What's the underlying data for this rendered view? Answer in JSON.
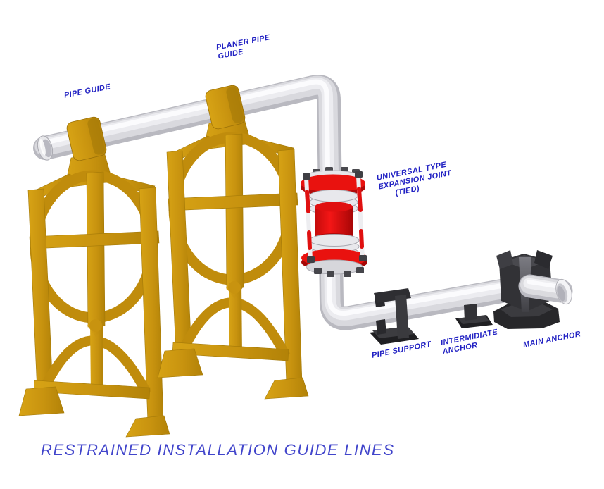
{
  "diagram": {
    "title": "RESTRAINED INSTALLATION GUIDE LINES",
    "labels": {
      "pipe_guide": "PIPE GUIDE",
      "planer_pipe_guide": {
        "line1": "PLANER PIPE",
        "line2": "GUIDE"
      },
      "expansion_joint": {
        "line1": "UNIVERSAL TYPE",
        "line2": "EXPANSION JOINT",
        "line3": "(TIED)"
      },
      "pipe_support": "PIPE SUPPORT",
      "intermediate_anchor": {
        "line1": "INTERMIDIATE",
        "line2": "ANCHOR"
      },
      "main_anchor": "MAIN ANCHOR"
    },
    "colors": {
      "label_blue": "#2222C3",
      "title_blue": "#4145CB",
      "stand_gold": "#C8930F",
      "stand_gold_dark": "#A37908",
      "pipe_gray": "#B9B9C0",
      "pipe_highlight": "#FBFBFD",
      "joint_red": "#E9120F",
      "joint_red_dark": "#A50707",
      "anchor_dark": "#323236",
      "background": "#FFFFFF"
    }
  }
}
